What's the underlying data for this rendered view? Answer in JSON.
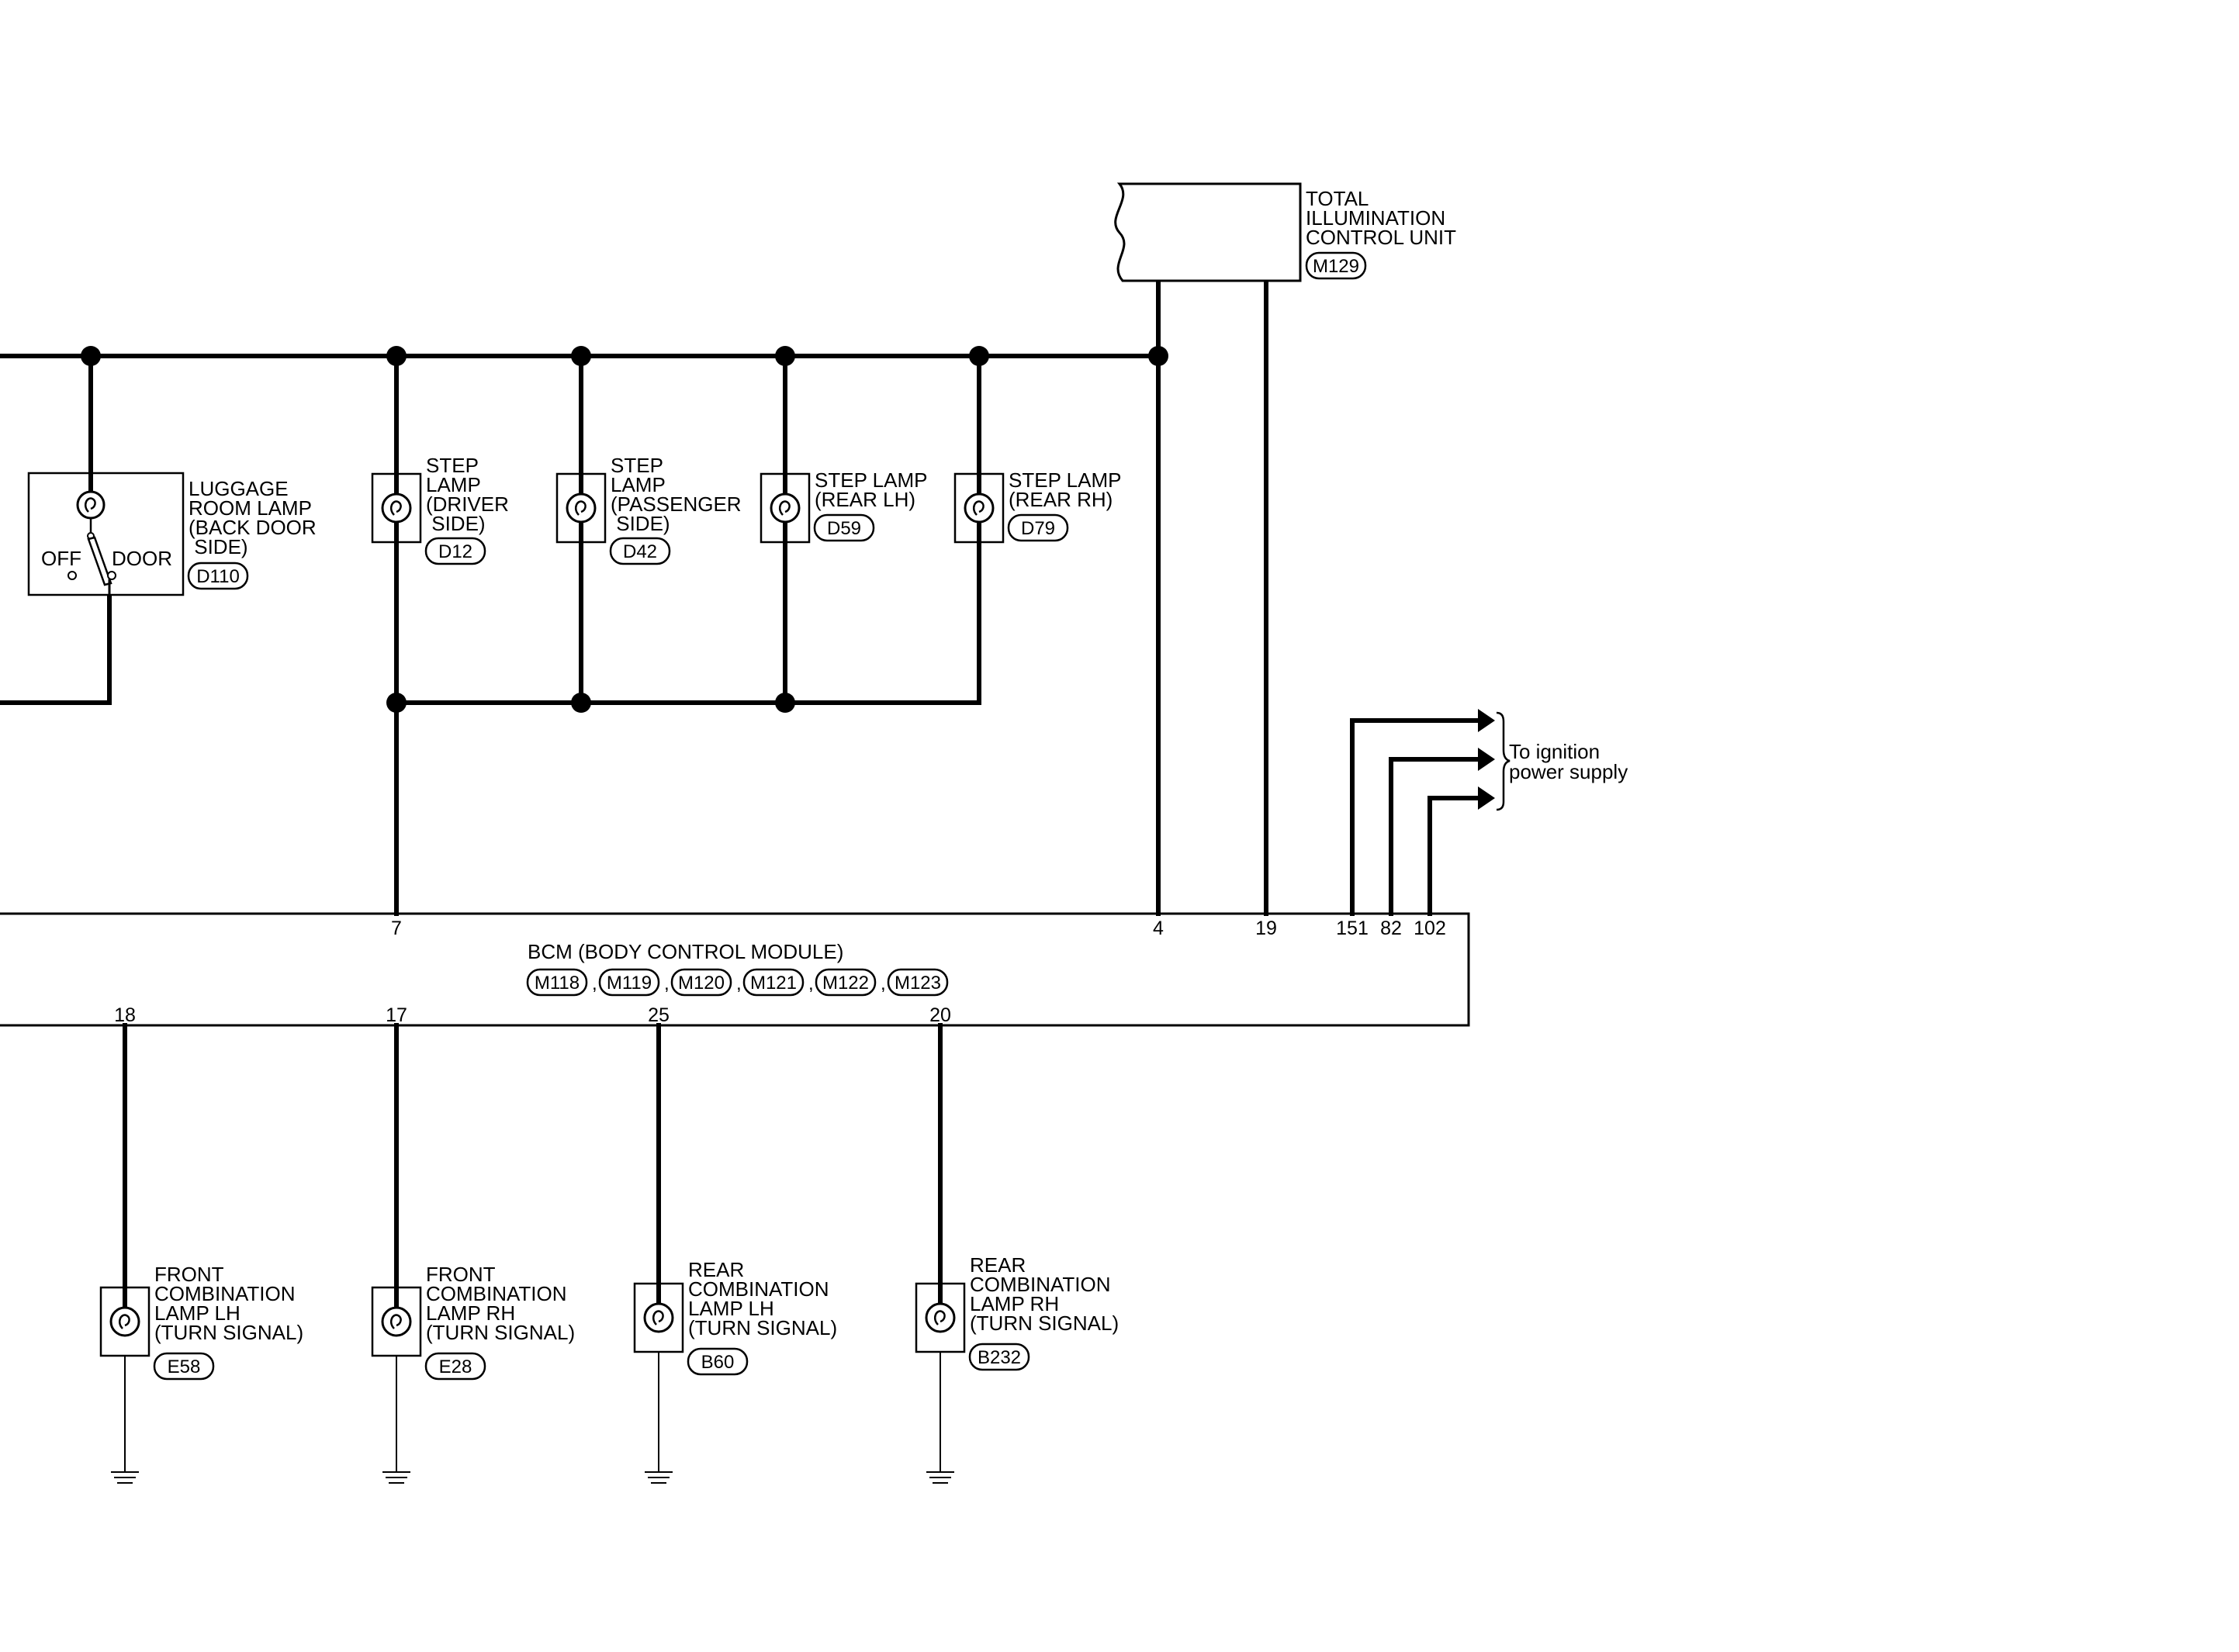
{
  "total_illumination": {
    "title_lines": [
      "TOTAL",
      "ILLUMINATION",
      "CONTROL UNIT"
    ],
    "connector": "M129"
  },
  "luggage_lamp": {
    "title_lines": [
      "LUGGAGE",
      "ROOM LAMP",
      "(BACK DOOR",
      " SIDE)"
    ],
    "connector": "D110",
    "switch_off": "OFF",
    "switch_door": "DOOR"
  },
  "step_lamps": [
    {
      "title_lines": [
        "STEP",
        "LAMP",
        "(DRIVER",
        " SIDE)"
      ],
      "connector": "D12"
    },
    {
      "title_lines": [
        "STEP",
        "LAMP",
        "(PASSENGER",
        " SIDE)"
      ],
      "connector": "D42"
    },
    {
      "title_lines": [
        "STEP LAMP",
        "(REAR LH)"
      ],
      "connector": "D59"
    },
    {
      "title_lines": [
        "STEP LAMP",
        "(REAR RH)"
      ],
      "connector": "D79"
    }
  ],
  "ignition": {
    "label_lines": [
      "To ignition",
      "power supply"
    ]
  },
  "bcm": {
    "title": "BCM (BODY CONTROL MODULE)",
    "connectors": [
      "M118",
      "M119",
      "M120",
      "M121",
      "M122",
      "M123"
    ],
    "top_pins": [
      "7",
      "4",
      "19",
      "151",
      "82",
      "102"
    ],
    "bottom_pins": [
      "18",
      "17",
      "25",
      "20"
    ]
  },
  "combination_lamps": [
    {
      "title_lines": [
        "FRONT",
        "COMBINATION",
        "LAMP LH",
        "(TURN SIGNAL)"
      ],
      "connector": "E58"
    },
    {
      "title_lines": [
        "FRONT",
        "COMBINATION",
        "LAMP RH",
        "(TURN SIGNAL)"
      ],
      "connector": "E28"
    },
    {
      "title_lines": [
        "REAR",
        "COMBINATION",
        "LAMP LH",
        "(TURN SIGNAL)"
      ],
      "connector": "B60"
    },
    {
      "title_lines": [
        "REAR",
        "COMBINATION",
        "LAMP RH",
        "(TURN SIGNAL)"
      ],
      "connector": "B232"
    }
  ]
}
